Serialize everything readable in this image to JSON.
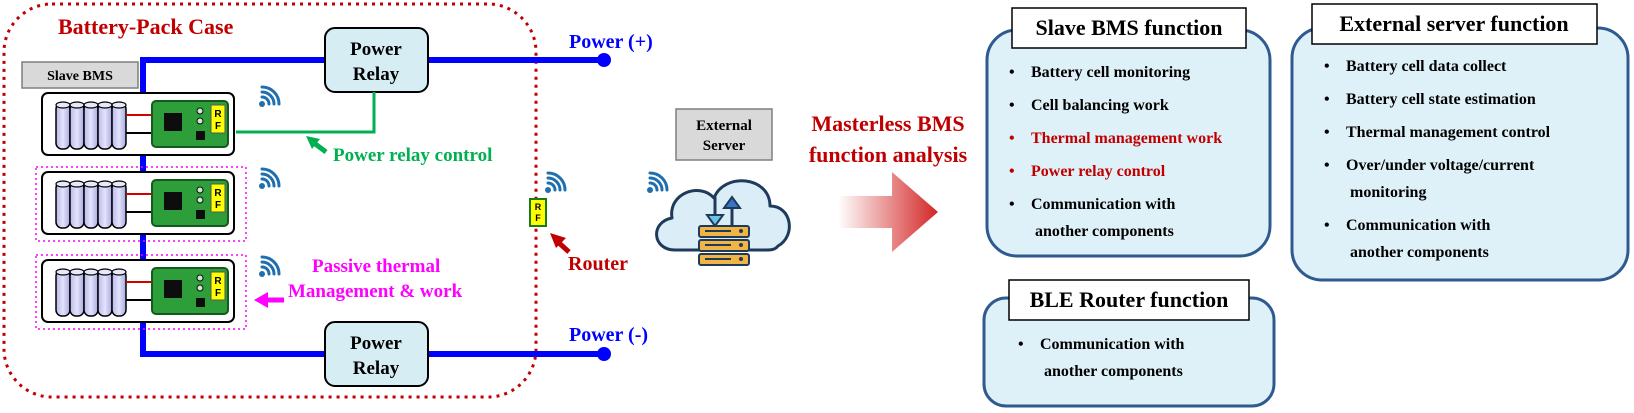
{
  "colors": {
    "case_dotted": "#c00000",
    "bus": "#0000ff",
    "relay_fill": "#d5edf3",
    "control_line": "#00b050",
    "router_arrow": "#c00000",
    "passive": "#ff00ff",
    "panel_fill": "#dff1f8",
    "panel_border": "#2e5a8f",
    "red_item": "#c00000",
    "cell_fill": "#c9c9f2",
    "pcb_fill": "#2e9e3a",
    "rf_fill": "#ffff00",
    "wifi": "#1f6fb0",
    "cloud_fill": "#dbeef7"
  },
  "battery_pack": {
    "case_label": "Battery-Pack Case",
    "slave_bms_label": "Slave BMS",
    "power_relay_top": [
      "Power",
      "Relay"
    ],
    "power_relay_bottom": [
      "Power",
      "Relay"
    ],
    "power_plus": "Power (+)",
    "power_minus": "Power (-)",
    "power_relay_control": "Power relay control",
    "passive_thermal": [
      "Passive thermal",
      "Management & work"
    ],
    "router": "Router",
    "rf_letters": [
      "R",
      "F"
    ]
  },
  "external_server_box": [
    "External",
    "Server"
  ],
  "analysis_label": [
    "Masterless BMS",
    "function analysis"
  ],
  "panels": {
    "slave_bms": {
      "title": "Slave BMS function",
      "items": [
        {
          "lines": [
            "Battery cell monitoring"
          ],
          "highlight": false
        },
        {
          "lines": [
            "Cell balancing work"
          ],
          "highlight": false
        },
        {
          "lines": [
            "Thermal management work"
          ],
          "highlight": true
        },
        {
          "lines": [
            "Power relay control"
          ],
          "highlight": true
        },
        {
          "lines": [
            "Communication with",
            "another components"
          ],
          "highlight": false
        }
      ]
    },
    "external_server": {
      "title": "External server function",
      "items": [
        {
          "lines": [
            "Battery cell data collect"
          ],
          "highlight": false
        },
        {
          "lines": [
            "Battery cell state estimation"
          ],
          "highlight": false
        },
        {
          "lines": [
            "Thermal management control"
          ],
          "highlight": false
        },
        {
          "lines": [
            "Over/under voltage/current",
            "monitoring"
          ],
          "highlight": false
        },
        {
          "lines": [
            "Communication with",
            "another components"
          ],
          "highlight": false
        }
      ]
    },
    "ble_router": {
      "title": "BLE Router function",
      "items": [
        {
          "lines": [
            "Communication with",
            "another components"
          ],
          "highlight": false
        }
      ]
    }
  }
}
